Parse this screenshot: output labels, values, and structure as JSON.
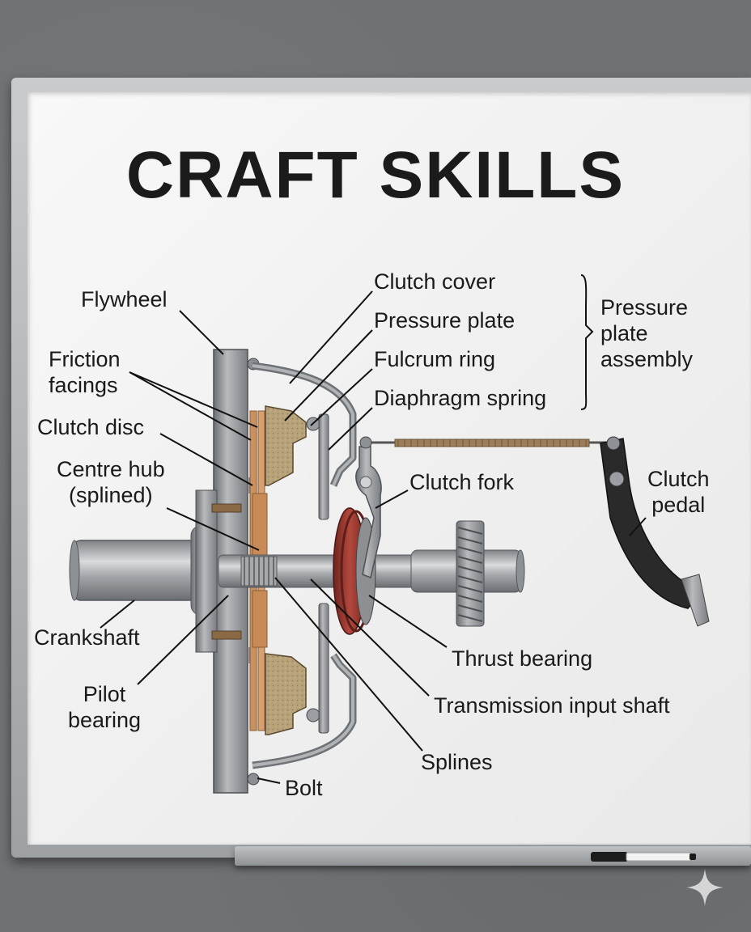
{
  "board": {
    "title": "CRAFT SKILLS"
  },
  "labels": {
    "flywheel": "Flywheel",
    "friction_facings": "Friction\nfacings",
    "clutch_disc": "Clutch disc",
    "centre_hub": "Centre hub\n(splined)",
    "crankshaft": "Crankshaft",
    "pilot_bearing": "Pilot\nbearing",
    "clutch_cover": "Clutch cover",
    "pressure_plate": "Pressure plate",
    "fulcrum_ring": "Fulcrum ring",
    "diaphragm_spring": "Diaphragm spring",
    "pressure_plate_assembly": "Pressure\nplate\nassembly",
    "clutch_fork": "Clutch fork",
    "clutch_pedal": "Clutch\npedal",
    "thrust_bearing": "Thrust bearing",
    "transmission_input_shaft": "Transmission input shaft",
    "splines": "Splines",
    "bolt": "Bolt"
  },
  "colors": {
    "steel": "#9a9c9f",
    "steel_dark": "#5d6064",
    "friction": "#c08a5c",
    "friction_pad": "#b9a47e",
    "thrust_bearing": "#9c3b33",
    "pedal": "#2b2b2b",
    "leader": "#111111"
  },
  "icons": {
    "watermark": "sparkle-icon"
  }
}
